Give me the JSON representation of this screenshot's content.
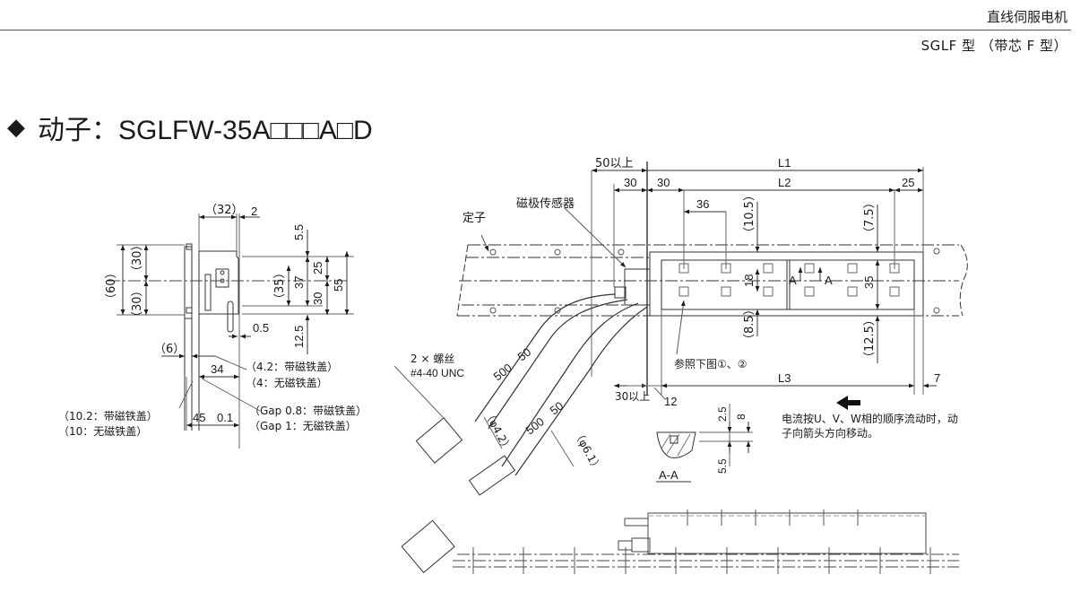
{
  "header": {
    "title": "直线伺服电机",
    "subtitle": "SGLF 型 （带芯 F 型）"
  },
  "section": {
    "icon": "diamond-bullet-icon",
    "title": "动子：SGLFW-35A□□□A□D"
  },
  "side_view": {
    "dims": {
      "d32": "（32）",
      "d2": "2",
      "d5_5": "5.5",
      "d60": "（60）",
      "d30a": "（30）",
      "d30b": "（30）",
      "d35": "（35）",
      "d37": "37",
      "d25": "25",
      "d30c": "30",
      "d55": "55",
      "d0_5": "0.5",
      "d12_5": "12.5",
      "d6": "（6）",
      "d34": "34",
      "d45": "45",
      "d0_1": "0.1"
    },
    "notes": {
      "n4_2": "（4.2：带磁铁盖）",
      "n4": "（4：无磁铁盖）",
      "n10_2": "（10.2：带磁铁盖）",
      "n10": "（10：无磁铁盖）",
      "gap08": "（Gap 0.8：带磁铁盖）",
      "gap1": "（Gap 1：无磁铁盖）"
    }
  },
  "top_view": {
    "dims": {
      "d50up": "50以上",
      "L1": "L1",
      "d30a": "30",
      "d30b": "30",
      "L2": "L2",
      "d25": "25",
      "d36": "36",
      "d10_5": "（10.5）",
      "d7_5": "（7.5）",
      "d18": "18",
      "d35": "35",
      "d8_5": "（8.5）",
      "d12_5": "（12.5）",
      "L3": "L3",
      "d7": "7",
      "d30up": "30以上",
      "d12": "12",
      "d500a": "500",
      "d50a": "50",
      "d500b": "500",
      "d50b": "50",
      "phi4_2": "（φ4.2）",
      "phi6_1": "（φ6.1）",
      "sectionA1": "A",
      "sectionA2": "A"
    },
    "labels": {
      "stator": "定子",
      "hall_sensor": "磁极传感器",
      "screws_line1": "2 × 螺丝",
      "screws_line2": "#4-40 UNC",
      "ref_note": "参照下图①、②"
    }
  },
  "section_aa": {
    "title": "A-A",
    "d2_5": "2.5",
    "d8": "8",
    "d5_5": "5.5"
  },
  "direction_note": {
    "icon": "left-arrow-icon",
    "line1": "电流按U、V、W相的顺序流动时，动",
    "line2": "子向箭头方向移动。"
  }
}
